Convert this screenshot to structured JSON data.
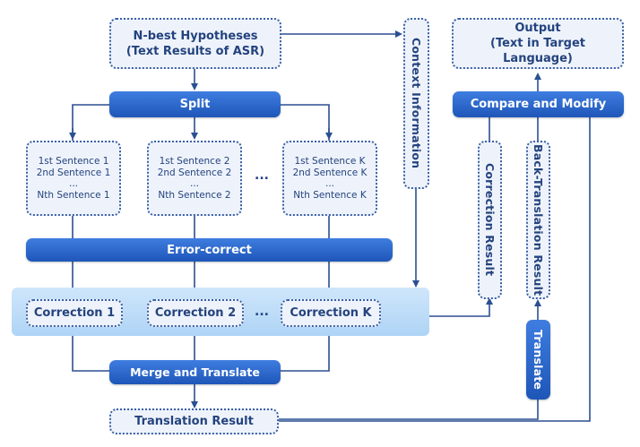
{
  "hypotheses": {
    "line1": "N-best Hypotheses",
    "line2": "(Text Results of ASR)"
  },
  "output": {
    "line1": "Output",
    "line2": "(Text in Target Language)"
  },
  "context_information": "Context Information",
  "split": "Split",
  "compare_modify": "Compare  and Modify",
  "sentence_groups": [
    {
      "first": "1st Sentence 1",
      "second": "2nd Sentence 1",
      "dots": "...",
      "nth": "Nth Sentence 1"
    },
    {
      "first": "1st Sentence 2",
      "second": "2nd Sentence 2",
      "dots": "...",
      "nth": "Nth Sentence 2"
    },
    {
      "first": "1st Sentence K",
      "second": "2nd Sentence K",
      "dots": "...",
      "nth": "Nth Sentence K"
    }
  ],
  "ellipsis": "...",
  "correction_result": "Correction  Result",
  "back_translation_result": "Back-Translation Result",
  "error_correct": "Error-correct",
  "corrections": [
    "Correction 1",
    "Correction 2",
    "Correction K"
  ],
  "translate": "Translate",
  "merge_translate": "Merge and Translate",
  "translation_result": "Translation Result",
  "colors": {
    "primary": "#1e56b8",
    "border": "#3a5fa6",
    "light_fill": "#eef3fb",
    "band": "#aed4f5"
  }
}
